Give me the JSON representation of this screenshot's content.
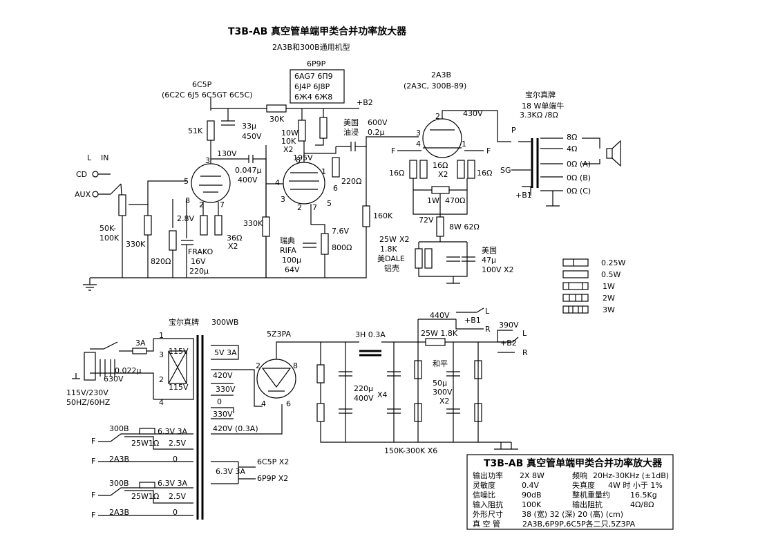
{
  "title": "T3B-AB 真空管单端甲类合并功率放大器",
  "subtitle": "2A3B和300B通用机型",
  "tube_6p9p": {
    "name": "6P9P",
    "subs": [
      "6AG7 6П9",
      "6J4P 6J8P",
      "6Ж4 6Ж8"
    ]
  },
  "tube_6c5p": {
    "name": "6C5P",
    "subs": "(6C2C 6J5 6C5GT 6C5C)"
  },
  "tube_2a3b": {
    "name": "2A3B",
    "subs": "(2A3C, 300B-89)"
  },
  "speaker_tf": {
    "brand": "宝尔真牌",
    "spec": "18 W单端牛",
    "imp": "3.3KΩ /8Ω",
    "taps": [
      "8Ω",
      "4Ω",
      "0Ω (A)",
      "0Ω (B)",
      "0Ω (C)"
    ],
    "p": "P",
    "sg": "SG",
    "b1": "+B1"
  },
  "input": {
    "l": "L",
    "in": "IN",
    "cd": "CD",
    "aux": "AUX",
    "pot": "50K-",
    "pot2": "100K"
  },
  "amp_labels": {
    "r51k": "51K",
    "c33": "33μ",
    "c450": "450V",
    "r30k": "30K",
    "b2": "+B2",
    "v130": "130V",
    "c047": "0.047μ",
    "c400": "400V",
    "r10w": "10W",
    "r10k": "10K",
    "rx2": "X2",
    "v195": "195V",
    "oil1": "美国",
    "oil2": "油浸",
    "v600": "600V",
    "c02": "0.2μ",
    "v430": "430V",
    "r220": "220Ω",
    "r330k": "330K",
    "r820": "820Ω",
    "v28": "2.8V",
    "frako": "FRAKO",
    "v16": "16V",
    "c220": "220μ",
    "r36": "36Ω",
    "x2a": "X2",
    "r330k2": "330K",
    "rifa1": "瑞典",
    "rifa2": "RIFA",
    "c100": "100μ",
    "v64": "64V",
    "v76": "7.6V",
    "r800": "800Ω",
    "r160k": "160K",
    "r16a": "16Ω",
    "r16b": "16Ω",
    "r16c": "16Ω",
    "x2b": "X2",
    "r1w": "1W",
    "r470": "470Ω",
    "v72": "72V",
    "r8w": "8W 62Ω",
    "r25w": "25W",
    "r18k": "1.8K",
    "rx2c": "X2",
    "dale": "美DALE",
    "alu": "铝壳",
    "us": "美国",
    "c47": "47μ",
    "c100v": "100V X2",
    "f1": "F",
    "f2": "F",
    "p2": "2",
    "p3": "3",
    "p4": "4",
    "p1": "1",
    "p5": "5",
    "p8": "8",
    "p7": "7",
    "p6": "6",
    "q3": "3",
    "q5": "5",
    "q8": "8",
    "q2": "2",
    "q7": "7",
    "r8": "8",
    "r4": "4",
    "r1": "1",
    "r6": "6",
    "r5": "5",
    "r3": "3",
    "r2": "2",
    "r7": "7"
  },
  "legend": [
    "0.25W",
    "0.5W",
    "1W",
    "2W",
    "3W"
  ],
  "power": {
    "tf_brand": "宝尔真牌",
    "tf_model": "300WB",
    "fuse": "3A",
    "n1": "1",
    "n3": "3",
    "n2": "2",
    "n4": "4",
    "w115a": "115V",
    "w115b": "115V",
    "cap": "0.022μ",
    "cap_v": "630V",
    "mains1": "115V/230V",
    "mains2": "50HZ/60HZ",
    "rect": "5Z3PA",
    "w5v": "5V 3A",
    "w420": "420V",
    "w330a": "330V",
    "w0": "0",
    "w330b": "330V",
    "w420b": "420V (0.3A)",
    "pin2": "2",
    "pin8": "8",
    "pin4": "4",
    "pin6": "6",
    "choke": "3H 0.3A",
    "v440": "440V",
    "b1": "+B1",
    "l1": "L",
    "r1": "R",
    "v390": "390V",
    "b2": "+B2",
    "l2": "L",
    "r2": "R",
    "r25": "25W 1.8K",
    "heping": "和平",
    "caps": "220μ",
    "caps_v": "400V",
    "caps_x": "X4",
    "c50": "50μ",
    "c300": "300V",
    "c50x": "X2",
    "bleed": "150K-300K  X6",
    "h1_sel": "300B",
    "h1_v": "6.3V 3A",
    "h1_r": "25W1Ω",
    "h1_25": "2.5V",
    "h1_2a3": "2A3B",
    "h1_0": "0",
    "h1_f1": "F",
    "h1_f2": "F",
    "h2_sel": "300B",
    "h2_v": "6.3V 3A",
    "h2_r": "25W1Ω",
    "h2_25": "2.5V",
    "h2_2a3": "2A3B",
    "h2_0": "0",
    "h2_f1": "F",
    "h2_f2": "F",
    "h3_v": "6.3V 3A",
    "h3_t1": "6C5P X2",
    "h3_t2": "6P9P X2"
  },
  "spec": {
    "title": "T3B-AB 真空管单端甲类合并功率放大器",
    "rows": [
      [
        "输出功率",
        "2X 8W",
        "频响",
        "20Hz-30KHz (±1dB)"
      ],
      [
        "灵敏度",
        "0.4V",
        "失真度",
        "4W 时  小于 1%"
      ],
      [
        "信噪比",
        "90dB",
        "整机重量约",
        "16.5Kg"
      ],
      [
        "输入阻抗",
        "100K",
        "输出阻抗",
        "4Ω/8Ω"
      ]
    ],
    "size_k": "外形尺寸",
    "size_v": "38 (宽) 32 (深) 20 (高) (cm)",
    "tube_k": "真 空 管",
    "tube_v": "2A3B,6P9P,6C5P各二只,5Z3PA"
  }
}
